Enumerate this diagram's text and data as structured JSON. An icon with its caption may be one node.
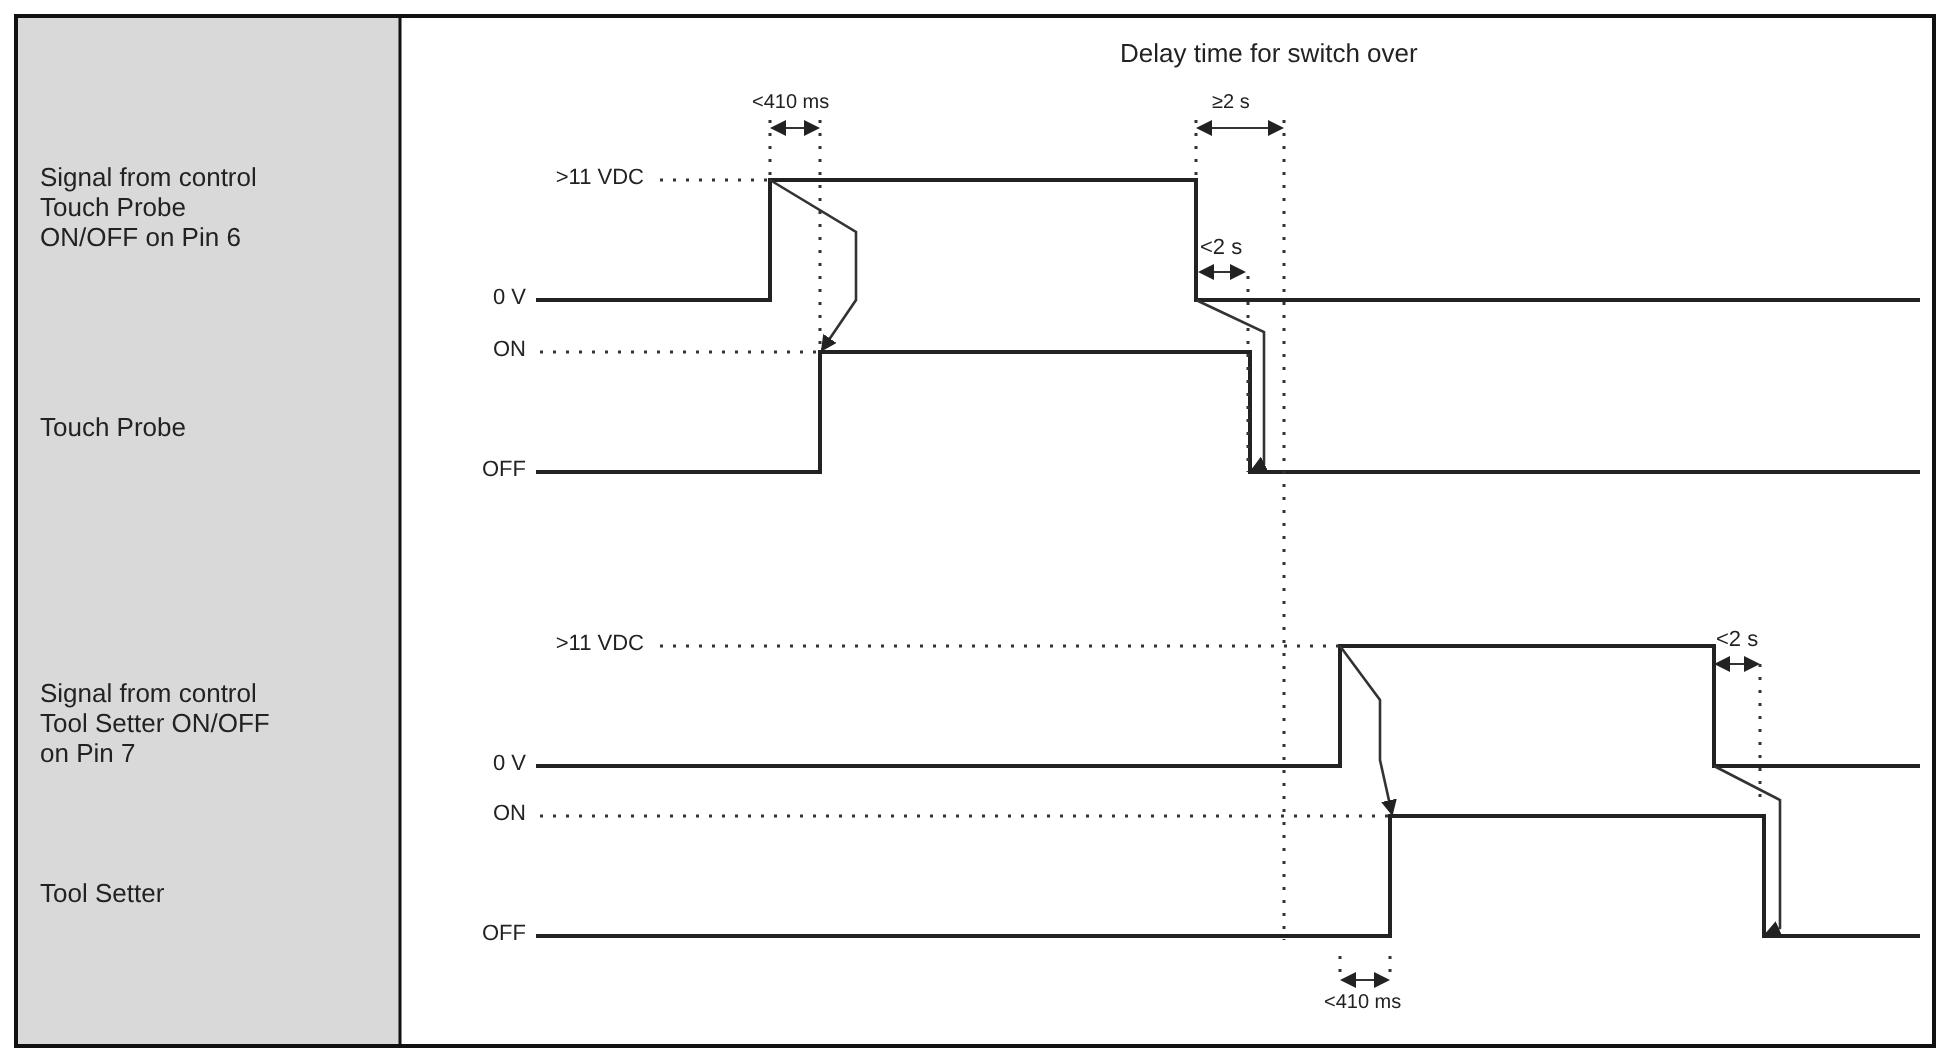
{
  "diagram": {
    "labels": [
      "Delay time for switch over",
      "<410 ms",
      "≥2 s",
      "Signal from control Touch Probe ON/OFF on Pin 6",
      ">11 VDC",
      "<2 s",
      "0 V",
      "ON",
      "Touch Probe",
      "OFF",
      "Signal from control Tool Setter ON/OFF on Pin 7",
      ">11 VDC",
      "<2 s",
      "0 V",
      "ON",
      "Tool Setter",
      "OFF",
      "<410 ms"
    ]
  }
}
